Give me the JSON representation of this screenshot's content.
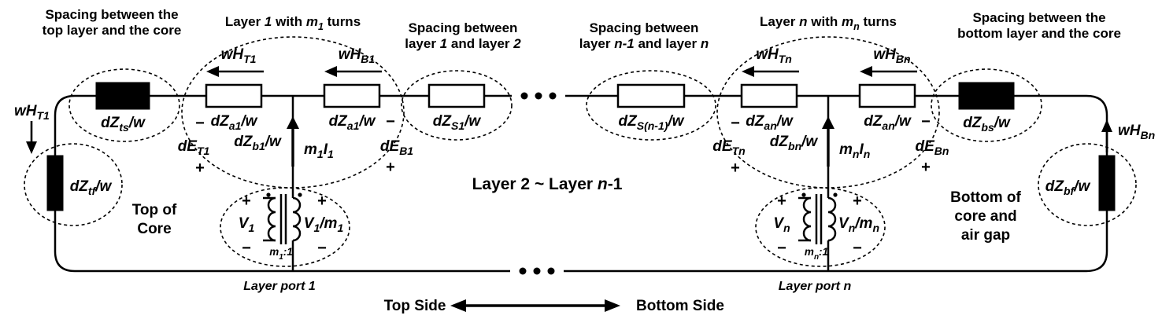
{
  "figure": {
    "annotations": {
      "spacing_top_core_1": "Spacing between the",
      "spacing_top_core_2": "top layer and the core",
      "layer1_title": [
        {
          "t": "Layer "
        },
        {
          "t": "1",
          "i": true
        },
        {
          "t": " with "
        },
        {
          "t": "m",
          "i": true
        },
        {
          "t": "1",
          "i": true,
          "sub": true
        },
        {
          "t": " turns"
        }
      ],
      "spacing_12_1": "Spacing between",
      "spacing_12_2": [
        {
          "t": "layer "
        },
        {
          "t": "1",
          "i": true
        },
        {
          "t": " and layer "
        },
        {
          "t": "2",
          "i": true
        }
      ],
      "spacing_n_1": "Spacing between",
      "spacing_n_2": [
        {
          "t": "layer "
        },
        {
          "t": "n-1",
          "i": true
        },
        {
          "t": " and layer "
        },
        {
          "t": "n",
          "i": true
        }
      ],
      "layern_title": [
        {
          "t": "Layer "
        },
        {
          "t": "n",
          "i": true
        },
        {
          "t": " with "
        },
        {
          "t": "m",
          "i": true
        },
        {
          "t": "n",
          "i": true,
          "sub": true
        },
        {
          "t": " turns"
        }
      ],
      "spacing_bottom_core_1": "Spacing between the",
      "spacing_bottom_core_2": "bottom layer and the core",
      "middle_layers": [
        {
          "t": "Layer 2 ~ Layer "
        },
        {
          "t": "n",
          "i": true
        },
        {
          "t": "-1"
        }
      ],
      "top_of_core_1": "Top of",
      "top_of_core_2": "Core",
      "bottom_core_1": "Bottom of",
      "bottom_core_2": "core and",
      "bottom_core_3": "air gap",
      "top_side": "Top Side",
      "bottom_side": "Bottom Side",
      "layer_port_1": "Layer port 1",
      "layer_port_n": "Layer port n"
    },
    "labels": {
      "wht1": [
        {
          "t": "wH"
        },
        {
          "t": "T1",
          "sub": true
        }
      ],
      "whb1": [
        {
          "t": "wH"
        },
        {
          "t": "B1",
          "sub": true
        }
      ],
      "whtn": [
        {
          "t": "wH"
        },
        {
          "t": "Tn",
          "sub": true
        }
      ],
      "whbn": [
        {
          "t": "wH"
        },
        {
          "t": "Bn",
          "sub": true
        }
      ],
      "dzts": [
        {
          "t": "dZ"
        },
        {
          "t": "ts",
          "sub": true
        },
        {
          "t": "/w"
        }
      ],
      "dza1": [
        {
          "t": "dZ"
        },
        {
          "t": "a1",
          "sub": true
        },
        {
          "t": "/w"
        }
      ],
      "dzb1": [
        {
          "t": "dZ"
        },
        {
          "t": "b1",
          "sub": true
        },
        {
          "t": "/w"
        }
      ],
      "dzs1": [
        {
          "t": "dZ"
        },
        {
          "t": "S1",
          "sub": true
        },
        {
          "t": "/w"
        }
      ],
      "dzsn1": [
        {
          "t": "dZ"
        },
        {
          "t": "S(n-1)",
          "sub": true
        },
        {
          "t": "/w"
        }
      ],
      "dzan": [
        {
          "t": "dZ"
        },
        {
          "t": "an",
          "sub": true
        },
        {
          "t": "/w"
        }
      ],
      "dzbn": [
        {
          "t": "dZ"
        },
        {
          "t": "bn",
          "sub": true
        },
        {
          "t": "/w"
        }
      ],
      "dzbs": [
        {
          "t": "dZ"
        },
        {
          "t": "bs",
          "sub": true
        },
        {
          "t": "/w"
        }
      ],
      "dztf": [
        {
          "t": "dZ"
        },
        {
          "t": "tf",
          "sub": true
        },
        {
          "t": "/w"
        }
      ],
      "dzbf": [
        {
          "t": "dZ"
        },
        {
          "t": "bf",
          "sub": true
        },
        {
          "t": "/w"
        }
      ],
      "det1": [
        {
          "t": "dE"
        },
        {
          "t": "T1",
          "sub": true
        }
      ],
      "deb1": [
        {
          "t": "dE"
        },
        {
          "t": "B1",
          "sub": true
        }
      ],
      "detn": [
        {
          "t": "dE"
        },
        {
          "t": "Tn",
          "sub": true
        }
      ],
      "debn": [
        {
          "t": "dE"
        },
        {
          "t": "Bn",
          "sub": true
        }
      ],
      "m1i1": [
        {
          "t": "m"
        },
        {
          "t": "1",
          "sub": true
        },
        {
          "t": "I"
        },
        {
          "t": "1",
          "sub": true
        }
      ],
      "mnin": [
        {
          "t": "m"
        },
        {
          "t": "n",
          "sub": true
        },
        {
          "t": "I"
        },
        {
          "t": "n",
          "sub": true
        }
      ],
      "v1": [
        {
          "t": "V"
        },
        {
          "t": "1",
          "sub": true
        }
      ],
      "v1m1": [
        {
          "t": "V"
        },
        {
          "t": "1",
          "sub": true
        },
        {
          "t": "/m"
        },
        {
          "t": "1",
          "sub": true
        }
      ],
      "m1ratio": [
        {
          "t": "m"
        },
        {
          "t": "1",
          "sub": true
        },
        {
          "t": ":1"
        }
      ],
      "vn": [
        {
          "t": "V"
        },
        {
          "t": "n",
          "sub": true
        }
      ],
      "vnmn": [
        {
          "t": "V"
        },
        {
          "t": "n",
          "sub": true
        },
        {
          "t": "/m"
        },
        {
          "t": "n",
          "sub": true
        }
      ],
      "mnratio": [
        {
          "t": "m"
        },
        {
          "t": "n",
          "sub": true
        },
        {
          "t": ":1"
        }
      ]
    },
    "signs": {
      "plus": "+",
      "minus": "−"
    },
    "colors": {
      "ink": "#000000",
      "background": "#ffffff"
    }
  }
}
